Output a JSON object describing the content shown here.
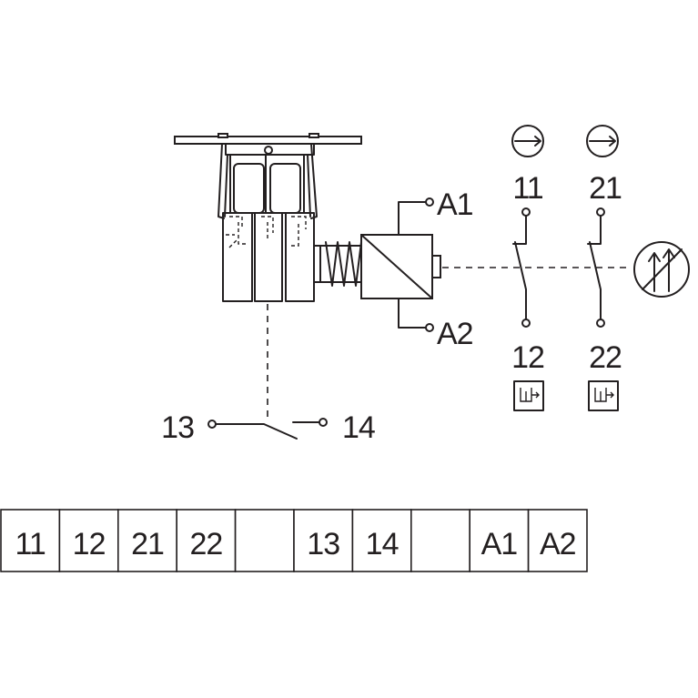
{
  "coil": {
    "a1": "A1",
    "a2": "A2"
  },
  "contacts": [
    {
      "top": "11",
      "bottom": "12"
    },
    {
      "top": "21",
      "bottom": "22"
    }
  ],
  "aux_contact": {
    "left": "13",
    "right": "14"
  },
  "terminal_table": [
    "11",
    "12",
    "21",
    "22",
    "",
    "13",
    "14",
    "",
    "A1",
    "A2"
  ]
}
